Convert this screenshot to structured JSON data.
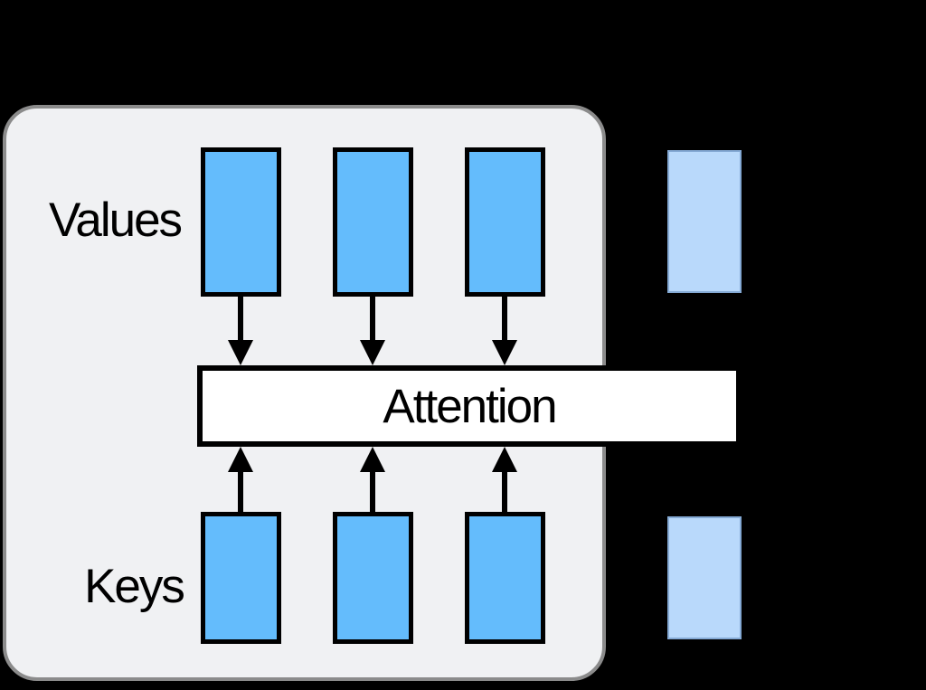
{
  "labels": {
    "values": "Values",
    "keys": "Keys",
    "attention": "Attention"
  },
  "structure": {
    "value_box_count": 3,
    "key_box_count": 3,
    "side_box_count": 2,
    "down_arrow_count": 3,
    "up_arrow_count": 3
  },
  "colors": {
    "background": "#000000",
    "panel_fill": "#f0f1f3",
    "panel_border": "#8b8b8b",
    "box_fill": "#64bcfc",
    "box_border": "#000000",
    "side_fill": "#b9d9fb",
    "side_border": "#84a9d4",
    "bar_fill": "#ffffff",
    "bar_border": "#000000",
    "arrow": "#000000",
    "text": "#000000"
  }
}
